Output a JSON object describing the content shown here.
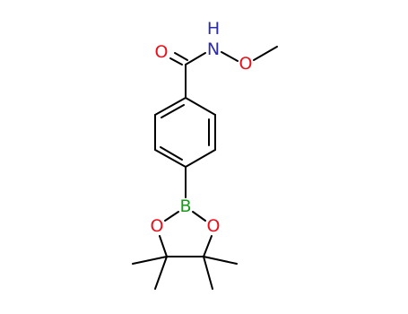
{
  "atoms": {
    "carbonyl_o": {
      "label": "O",
      "color": "#e8101a"
    },
    "amide_n": {
      "label": "N",
      "color": "#2b2bb0"
    },
    "amide_h": {
      "label": "H",
      "color": "#2b2bb0"
    },
    "methoxy_o": {
      "label": "O",
      "color": "#e8101a"
    },
    "boron": {
      "label": "B",
      "color": "#1a9a1a"
    },
    "ring_o_left": {
      "label": "O",
      "color": "#e8101a"
    },
    "ring_o_right": {
      "label": "O",
      "color": "#e8101a"
    }
  },
  "colors": {
    "bond": "#000000",
    "background": "#ffffff"
  }
}
